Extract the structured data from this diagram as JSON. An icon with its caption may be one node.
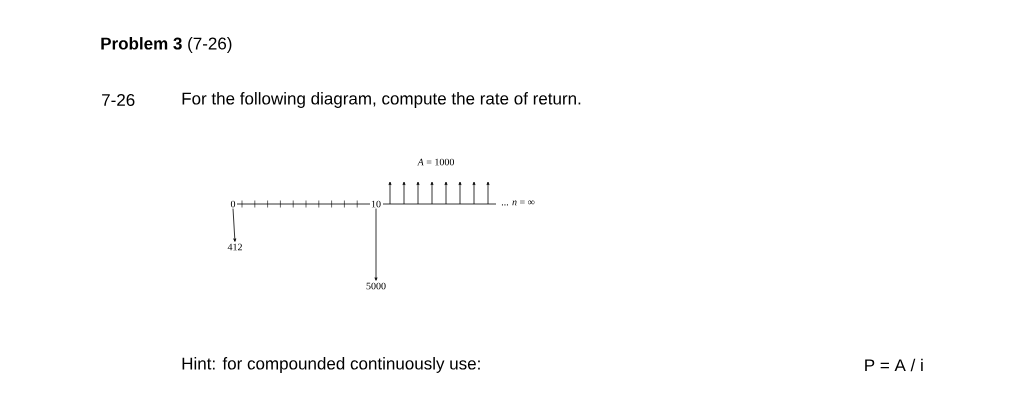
{
  "diagram": {
    "title": "**Problem 3** (7-26)",
    "nodes": [
      {
        "text": [
          "0"
        ]
      },
      {
        "text": [
          "10"
        ]
      },
      {
        "text": [
          "412"
        ]
      },
      {
        "text": [
          "5000"
        ]
      }
    ],
    "edges": [
      {
        "from": 0,
        "to": 2,
        "arrow": "to"
      },
      {
        "from": 1,
        "to": 3,
        "arrow": "to"
      }
    ],
    "labels": [
      "7-26",
      "For the following diagram, compute the rate of return.",
      "*A* = 1000",
      "... *n* = ∞",
      "Hint: for compounded continuously use:",
      "P = A / i"
    ]
  }
}
